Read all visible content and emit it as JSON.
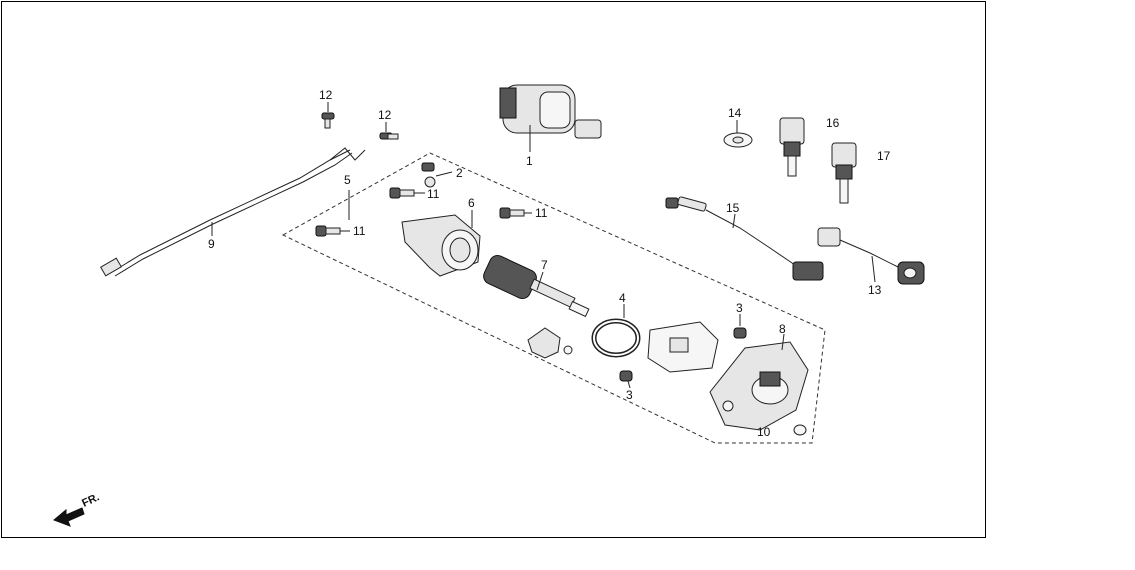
{
  "labels": {
    "p1": "1",
    "p2": "2",
    "p3a": "3",
    "p3b": "3",
    "p4": "4",
    "p5": "5",
    "p6": "6",
    "p7": "7",
    "p8": "8",
    "p9": "9",
    "p10": "10",
    "p11a": "11",
    "p11b": "11",
    "p11c": "11",
    "p12a": "12",
    "p12b": "12",
    "p13": "13",
    "p14": "14",
    "p15": "15",
    "p16": "16",
    "p17": "17"
  },
  "direction": {
    "text": "FR."
  }
}
